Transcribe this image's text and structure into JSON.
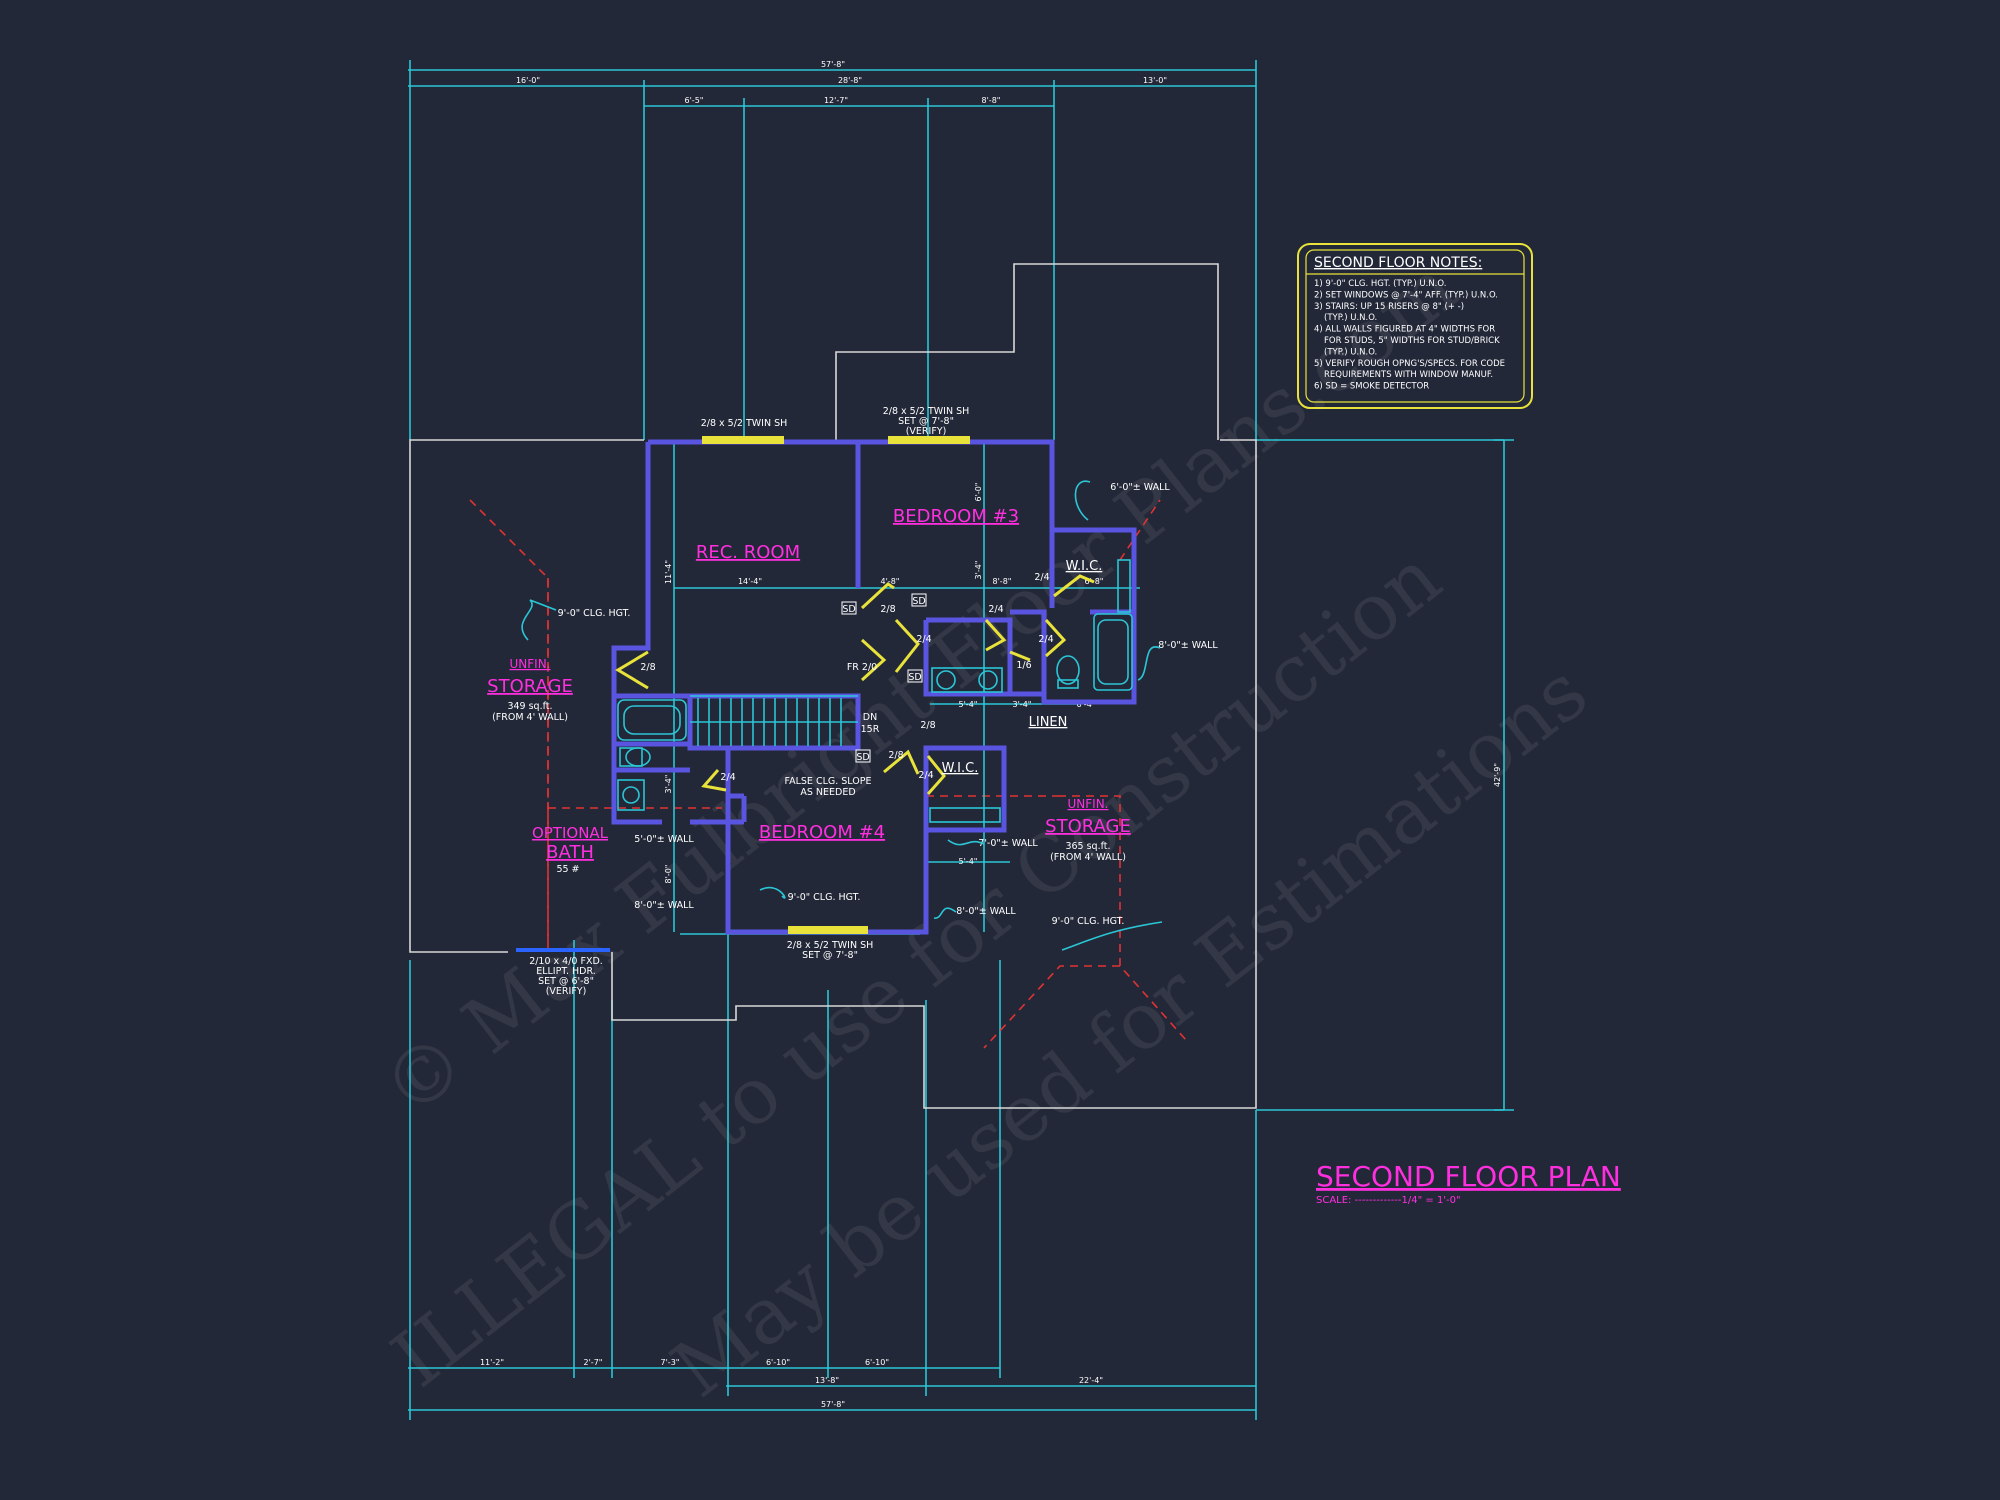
{
  "title": "SECOND FLOOR PLAN",
  "scale": "SCALE: -------------1/4\" = 1'-0\"",
  "notes": {
    "heading": "SECOND FLOOR NOTES:",
    "items": [
      "1) 9'-0\" CLG. HGT. (TYP.) U.N.O.",
      "2) SET WINDOWS @ 7'-4\" AFF. (TYP.) U.N.O.",
      "3) STAIRS: UP 15 RISERS @ 8\" (+ -)",
      "(TYP.) U.N.O.",
      "4) ALL WALLS FIGURED AT 4\" WIDTHS FOR",
      "FOR STUDS, 5\" WIDTHS FOR STUD/BRICK",
      "(TYP.) U.N.O.",
      "5) VERIFY ROUGH OPNG'S/SPECS. FOR CODE",
      "REQUIREMENTS WITH WINDOW MANUF.",
      "6) SD = SMOKE DETECTOR"
    ]
  },
  "rooms": {
    "rec_room": "REC. ROOM",
    "bedroom3": "BEDROOM #3",
    "bedroom4": "BEDROOM #4",
    "wic1": "W.I.C.",
    "wic2": "W.I.C.",
    "linen": "LINEN",
    "unfin_left": "UNFIN.",
    "storage_left": "STORAGE",
    "storage_left_area": "349 sq.ft.",
    "storage_left_from": "(FROM 4' WALL)",
    "unfin_right": "UNFIN.",
    "storage_right": "STORAGE",
    "storage_right_area": "365 sq.ft.",
    "storage_right_from": "(FROM 4' WALL)",
    "optional": "OPTIONAL",
    "bath": "BATH",
    "bath_area": "55 #"
  },
  "labels": {
    "clg_left": "9'-0\" CLG. HGT.",
    "clg_bed4": "9'-0\" CLG. HGT.",
    "clg_right": "9'-0\" CLG. HGT.",
    "wall_b3": "6'-0\"± WALL",
    "wall_bath": "8'-0\"± WALL",
    "wall_left1": "5'-0\"± WALL",
    "wall_left2": "8'-0\"± WALL",
    "wall_b4r": "8'-0\"± WALL",
    "wall_wic": "7'-0\"± WALL",
    "win_rec": "2/8 x 5/2 TWIN SH",
    "win_b3_1": "2/8 x 5/2 TWIN SH",
    "win_b3_2": "SET @ 7'-8\"",
    "win_b3_3": "(VERIFY)",
    "win_b4_1": "2/8 x 5/2 TWIN SH",
    "win_b4_2": "SET @ 7'-8\"",
    "ellipt_1": "2/10 x 4/0 FXD.",
    "ellipt_2": "ELLIPT. HDR.",
    "ellipt_3": "SET @ 6'-8\"",
    "ellipt_4": "(VERIFY)",
    "false_clg_1": "FALSE CLG. SLOPE",
    "false_clg_2": "AS NEEDED",
    "stair_dn": "DN",
    "stair_15r": "15R",
    "fr": "FR 2/0",
    "sd1": "SD",
    "sd2": "SD",
    "sd3": "SD",
    "sd4": "SD",
    "d_28a": "2/8",
    "d_28b": "2/8",
    "d_28c": "2/8",
    "d_28d": "2/8",
    "d_24a": "2/4",
    "d_24b": "2/4",
    "d_24c": "2/4",
    "d_24d": "2/4",
    "d_24e": "2/4",
    "d_24f": "2/4",
    "d_16": "1/6"
  },
  "dimensions": {
    "top_overall": "57'-8\"",
    "top_left": "16'-0\"",
    "top_mid": "28'-8\"",
    "top_right": "13'-0\"",
    "top_sub1": "6'-5\"",
    "top_sub2": "12'-7\"",
    "top_sub3": "8'-8\"",
    "right_overall": "42'-9\"",
    "rec_w": "14'-4\"",
    "i1": "4'-8\"",
    "i2": "8'-8\"",
    "i3": "6'-8\"",
    "i4": "5'-4\"",
    "i5": "3'-4\"",
    "i6": "6'-4\"",
    "i7": "5'-4\"",
    "v1": "6'-0\"",
    "v2": "3'-4\"",
    "v3": "11'-4\"",
    "v4": "8'-0\"",
    "v5": "3'-4\"",
    "bot_1": "11'-2\"",
    "bot_2": "2'-7\"",
    "bot_3": "7'-3\"",
    "bot_4": "6'-10\"",
    "bot_5": "6'-10\"",
    "bot_mid": "13'-8\"",
    "bot_right": "22'-4\"",
    "bot_overall": "57'-8\""
  },
  "watermark": {
    "line1": "© Max Fulbright Floor Plans.com",
    "line2": "ILLEGAL to use for Construction",
    "line3": "May be used for Estimations"
  },
  "colors": {
    "background": "#232838",
    "dimension": "#2bc6d6",
    "walls": "#5a55e0",
    "labels": "#ff2fe0",
    "windows_doors": "#e8e23a",
    "roof_outline": "#d8d8d8",
    "hidden_lines": "#e03333"
  }
}
